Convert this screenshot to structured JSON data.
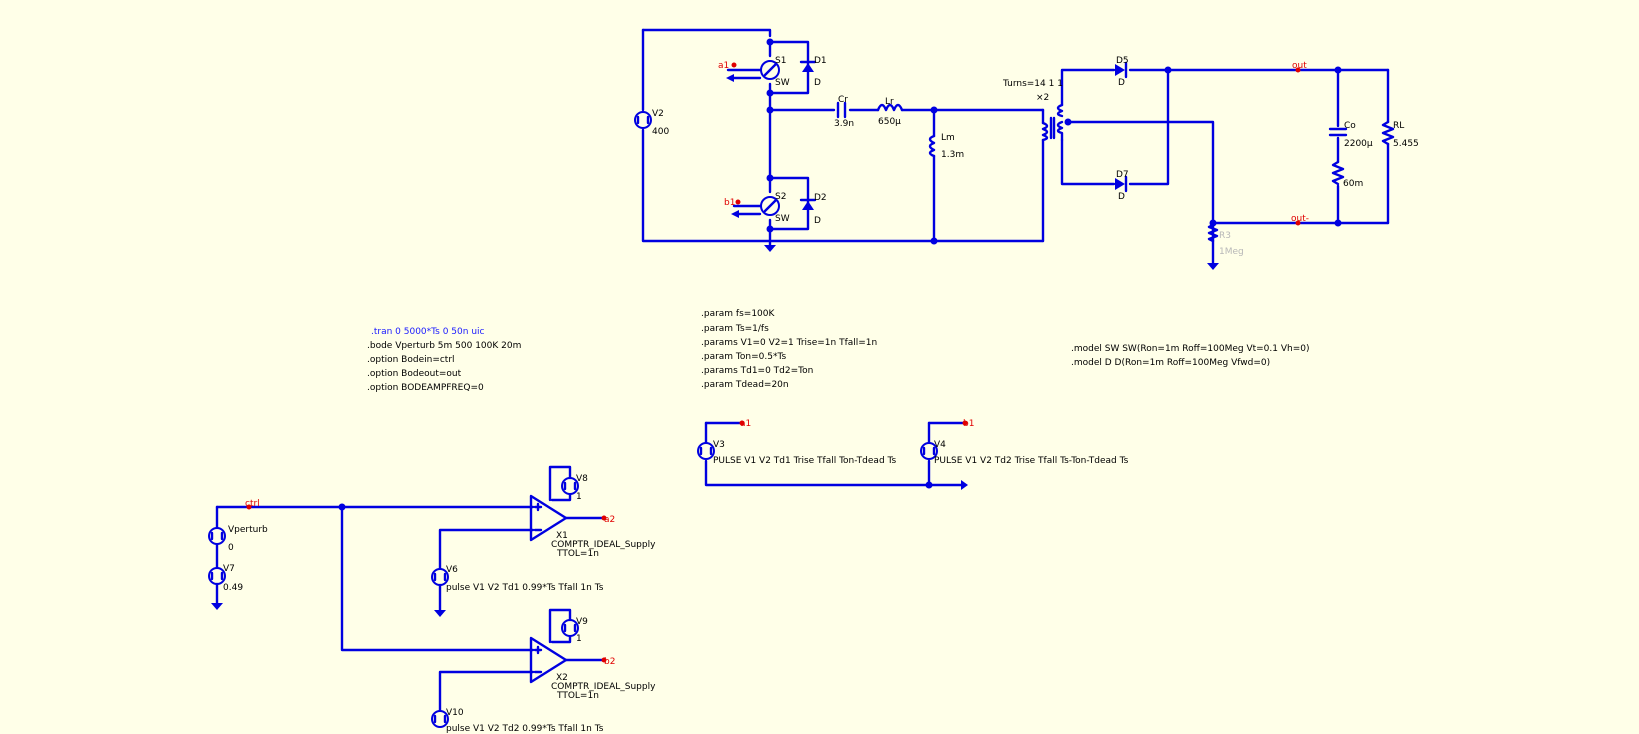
{
  "schematic": {
    "v2": {
      "ref": "V2",
      "value": "400"
    },
    "s1": {
      "ref": "S1",
      "model": "SW"
    },
    "s2": {
      "ref": "S2",
      "model": "SW"
    },
    "d1": {
      "ref": "D1",
      "model": "D"
    },
    "d2": {
      "ref": "D2",
      "model": "D"
    },
    "cr": {
      "ref": "Cr",
      "value": "3.9n"
    },
    "lr": {
      "ref": "Lr",
      "value": "650µ"
    },
    "lm": {
      "ref": "Lm",
      "value": "1.3m"
    },
    "xfmr": {
      "turns": "Turns=14 1 1",
      "ref": "×2"
    },
    "d5": {
      "ref": "D5",
      "model": "D"
    },
    "d7": {
      "ref": "D7",
      "model": "D"
    },
    "co": {
      "ref": "Co",
      "value": "2200µ"
    },
    "resr": {
      "value": "60m"
    },
    "rl": {
      "ref": "RL",
      "value": "5.455"
    },
    "r3": {
      "ref": "R3",
      "value": "1Meg"
    },
    "nets": {
      "a1": "a1",
      "b1": "b1",
      "out": "out",
      "outm": "out-",
      "ctrl": "ctrl",
      "a2": "a2",
      "b2": "b2",
      "a1b": "a1",
      "b1b": "b1"
    },
    "v3": {
      "ref": "V3",
      "value": "PULSE V1 V2 Td1 Trise Tfall Ton-Tdead Ts"
    },
    "v4": {
      "ref": "V4",
      "value": "PULSE V1 V2 Td2 Trise Tfall Ts-Ton-Tdead Ts"
    },
    "vperturb": {
      "ref": "Vperturb",
      "value": "0"
    },
    "v7": {
      "ref": "V7",
      "value": "0.49"
    },
    "v8": {
      "ref": "V8",
      "value": "1"
    },
    "v9": {
      "ref": "V9",
      "value": "1"
    },
    "v6": {
      "ref": "V6",
      "value": "pulse V1 V2 Td1 0.99*Ts Tfall 1n Ts"
    },
    "v10": {
      "ref": "V10",
      "value": "pulse V1 V2 Td2 0.99*Ts Tfall 1n Ts"
    },
    "x1": {
      "ref": "X1",
      "model": "COMPTR_IDEAL_Supply",
      "param": "TTOL=1n"
    },
    "x2": {
      "ref": "X2",
      "model": "COMPTR_IDEAL_Supply",
      "param": "TTOL=1n"
    }
  },
  "directives": {
    "tran": ".tran 0 5000*Ts 0 50n uic",
    "analysis": [
      ".bode Vperturb 5m 500 100K 20m",
      ".option Bodein=ctrl",
      ".option Bodeout=out",
      ".option BODEAMPFREQ=0"
    ],
    "params": [
      ".param fs=100K",
      ".param Ts=1/fs",
      ".params V1=0 V2=1 Trise=1n Tfall=1n",
      ".param Ton=0.5*Ts",
      ".params Td1=0 Td2=Ton",
      ".param Tdead=20n"
    ],
    "models": [
      ".model SW SW(Ron=1m Roff=100Meg Vt=0.1 Vh=0)",
      ".model D D(Ron=1m Roff=100Meg Vfwd=0)"
    ]
  },
  "colors": {
    "wire": "#0000e0",
    "net_label": "#e00000",
    "background": "#ffffe8",
    "ghost": "#b8b8b8"
  }
}
